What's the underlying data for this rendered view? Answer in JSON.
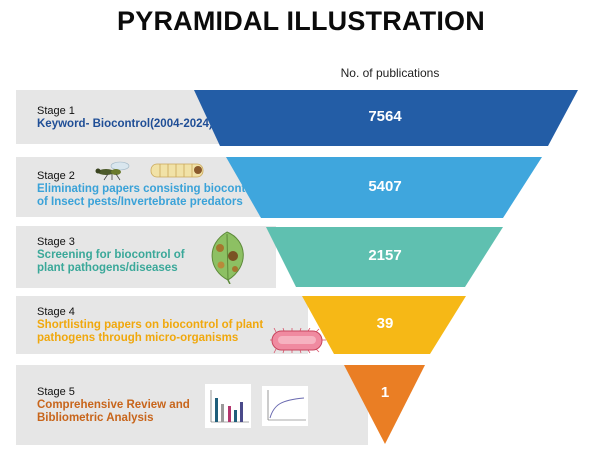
{
  "title": "PYRAMIDAL ILLUSTRATION",
  "column_header": "No. of publications",
  "stages": [
    {
      "stage": "Stage 1",
      "description": "Keyword- Biocontrol(2004-2024)",
      "value": "7564",
      "color": "#235da6",
      "text_color": "#1f4e96"
    },
    {
      "stage": "Stage 2",
      "description": "Eliminating papers consisting biocontrol\nof Insect pests/Invertebrate predators",
      "value": "5407",
      "color": "#3fa6dd",
      "text_color": "#3aa2d8"
    },
    {
      "stage": "Stage 3",
      "description": "Screening for biocontrol of\nplant pathogens/diseases",
      "value": "2157",
      "color": "#5fc0b0",
      "text_color": "#3aa899"
    },
    {
      "stage": "Stage 4",
      "description": "Shortlisting papers on biocontrol of plant\npathogens through micro-organisms",
      "value": "39",
      "color": "#f6b816",
      "text_color": "#f0a80d"
    },
    {
      "stage": "Stage 5",
      "description": "Comprehensive Review and\nBibliometric Analysis",
      "value": "1",
      "color": "#ea7e24",
      "text_color": "#c8651b"
    }
  ],
  "icons": [
    "wasp-icon",
    "caterpillar-icon",
    "diseased-leaf-icon",
    "bacterium-icon",
    "bar-chart-thumbnail",
    "line-chart-thumbnail"
  ]
}
